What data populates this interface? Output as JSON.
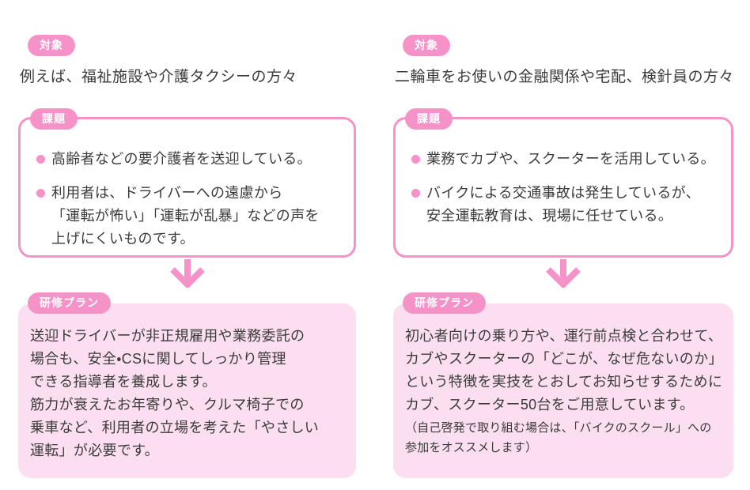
{
  "colors": {
    "accent_pink": "#f592c7",
    "plan_box_fill": "#fbdeef",
    "badge_text": "#ffffff",
    "body_text": "#3b3b3b",
    "background": "#ffffff"
  },
  "icons": {
    "bullet": "pink-dot",
    "flow": "down-arrow"
  },
  "columns": [
    {
      "target_label": "対象",
      "target_text": "例えば、福祉施設や介護タクシーの方々",
      "issues_label": "課題",
      "issues": [
        {
          "text": "高齢者などの要介護者を送迎している。"
        },
        {
          "text": "利用者は、ドライバーへの遠慮から\n「運転が怖い」「運転が乱暴」などの声を\n上げにくいものです。"
        }
      ],
      "plan_label": "研修プラン",
      "plan_text": "送迎ドライバーが非正規雇用や業務委託の\n場合も、安全・CSに関してしっかり管理\nできる指導者を養成します。\n筋力が衰えたお年寄りや、クルマ椅子での\n乗車など、利用者の立場を考えた「やさしい\n運転」が必要です。"
    },
    {
      "target_label": "対象",
      "target_text": "二輪車をお使いの金融関係や宅配、検針員の方々",
      "issues_label": "課題",
      "issues": [
        {
          "text": "業務でカブや、スクーターを活用している。"
        },
        {
          "text": "バイクによる交通事故は発生しているが、\n安全運転教育は、現場に任せている。"
        }
      ],
      "plan_label": "研修プラン",
      "plan_text": "初心者向けの乗り方や、運行前点検と合わせて、\nカブやスクーターの「どこが、なぜ危ないのか」\nという特徴を実技をとおしてお知らせするために\nカブ、スクーター50台をご用意しています。",
      "plan_note": "（自己啓発で取り組む場合は、「バイクのスクール」への\n参加をオススメします）"
    }
  ]
}
